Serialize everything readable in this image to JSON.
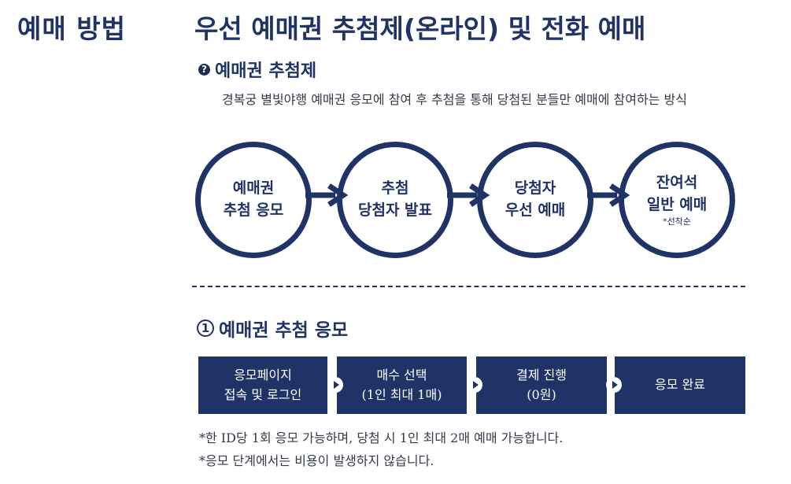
{
  "left_title": "예매 방법",
  "main_title": "우선 예매권 추첨제(온라인) 및 전화 예매",
  "section": {
    "badge": "?",
    "title": "예매권 추첨제",
    "description": "경복궁 별빛야행 예매권 응모에 참여 후 추첨을 통해 당첨된 분들만 예매에 참여하는 방식"
  },
  "flow": [
    {
      "line1": "예매권",
      "line2": "추첨 응모",
      "note": ""
    },
    {
      "line1": "추첨",
      "line2": "당첨자 발표",
      "note": ""
    },
    {
      "line1": "당첨자",
      "line2": "우선 예매",
      "note": ""
    },
    {
      "line1": "잔여석",
      "line2": "일반 예매",
      "note": "*선착순"
    }
  ],
  "step": {
    "number": "1",
    "title": "예매권 추첨 응모"
  },
  "steps": [
    {
      "line1": "응모페이지",
      "line2": "접속 및 로그인"
    },
    {
      "line1": "매수 선택",
      "line2": "(1인 최대 1매)"
    },
    {
      "line1": "결제 진행",
      "line2": "(0원)"
    },
    {
      "line1": "응모 완료",
      "line2": ""
    }
  ],
  "notes": [
    "*한 ID당 1회 응모 가능하며, 당첨 시 1인 최대 2매 예매 가능합니다.",
    "*응모 단계에서는 비용이 발생하지 않습니다."
  ],
  "colors": {
    "primary": "#1f3366",
    "text": "#333a48",
    "background": "#ffffff"
  }
}
